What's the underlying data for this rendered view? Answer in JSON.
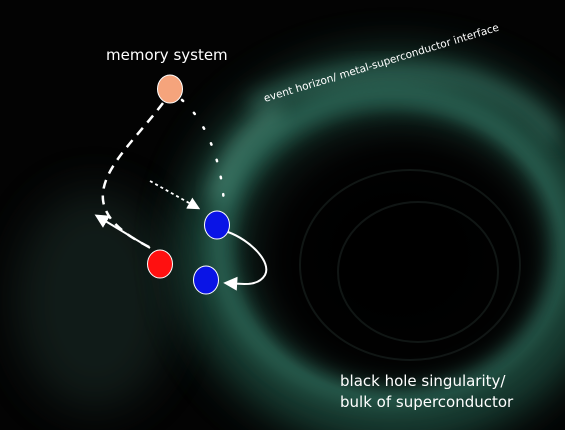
{
  "labels": {
    "memory": "memory system",
    "horizon": "event horizon/ metal-superconductor interface",
    "singularity_line1": "black hole singularity/",
    "singularity_line2": "bulk of superconductor"
  },
  "colors": {
    "background": "#030303",
    "memory_node": "#f5a47c",
    "blue_node": "#0a14e6",
    "red_node": "#ff1010",
    "horizon_glow": "#3a8a70",
    "arrow": "#ffffff"
  }
}
